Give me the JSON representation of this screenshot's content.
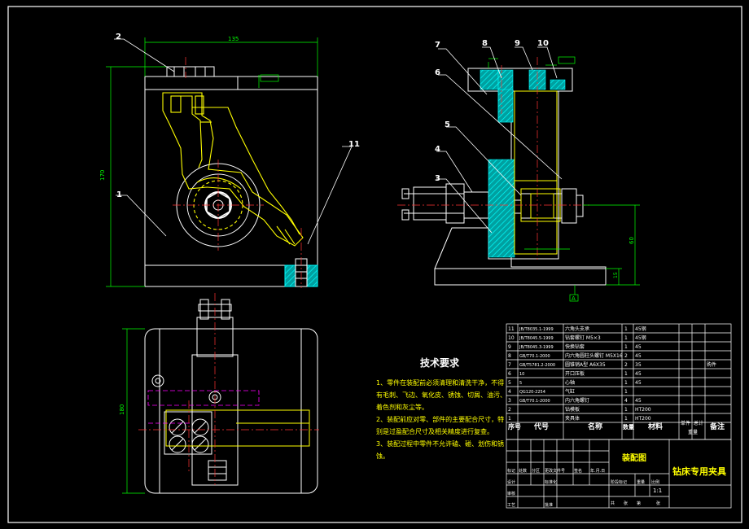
{
  "balloons": [
    "1",
    "2",
    "3",
    "4",
    "5",
    "6",
    "7",
    "8",
    "9",
    "10",
    "11"
  ],
  "dims": {
    "width_top": "135",
    "height_left": "170",
    "height_side": "60",
    "height_small": "15",
    "width_bottom": "180"
  },
  "datum": "A",
  "tech": {
    "title": "技术要求",
    "lines": [
      "1、零件在装配前必须清理和清洗干净，不得",
      "有毛刺、飞边、氧化皮、锈蚀、切屑、油污、",
      "着色剂和灰尘等。",
      "2、装配前应对零、部件的主要配合尺寸，特",
      "别是过盈配合尺寸及相关精度进行复查。",
      "3、装配过程中零件不允许磕、碰、划伤和锈",
      "蚀。"
    ]
  },
  "bom": {
    "rows": [
      {
        "no": "11",
        "code": "JB/T8035.1-1999",
        "name": "六角头支承",
        "qty": "1",
        "mat": "45钢",
        "note": ""
      },
      {
        "no": "10",
        "code": "JB/T8045.5-1999",
        "name": "钻套螺钉 M5×3",
        "qty": "1",
        "mat": "45钢",
        "note": ""
      },
      {
        "no": "9",
        "code": "JB/T8045.3-1999",
        "name": "快换钻套",
        "qty": "1",
        "mat": "45",
        "note": ""
      },
      {
        "no": "8",
        "code": "GB/T70.1-2000",
        "name": "内六角圆柱头螺钉 M5X16",
        "qty": "2",
        "mat": "45",
        "note": ""
      },
      {
        "no": "7",
        "code": "GB/T5781.2-2000",
        "name": "圆锥销A型 A6X35",
        "qty": "2",
        "mat": "35",
        "note": "购件"
      },
      {
        "no": "6",
        "code": "10",
        "name": "开口压板",
        "qty": "1",
        "mat": "45",
        "note": ""
      },
      {
        "no": "5",
        "code": "5",
        "name": "心轴",
        "qty": "1",
        "mat": "45",
        "note": ""
      },
      {
        "no": "4",
        "code": "QG120-2254",
        "name": "气缸",
        "qty": "1",
        "mat": "",
        "note": ""
      },
      {
        "no": "3",
        "code": "GB/T70.1-2000",
        "name": "内六角螺钉",
        "qty": "4",
        "mat": "45",
        "note": ""
      },
      {
        "no": "2",
        "code": "",
        "name": "钻模板",
        "qty": "1",
        "mat": "HT200",
        "note": ""
      },
      {
        "no": "1",
        "code": "",
        "name": "夹具体",
        "qty": "1",
        "mat": "HT200",
        "note": ""
      }
    ],
    "header": {
      "no": "序号",
      "code": "代号",
      "name": "名称",
      "qty": "数量",
      "mat": "材料",
      "single": "单件",
      "total": "总计",
      "weight": "重量",
      "note": "备注"
    }
  },
  "title_block": {
    "drawing": "装配图",
    "product": "钻床专用夹具",
    "scale": "1:1",
    "labels": [
      "标记",
      "处数",
      "分区",
      "更改文件号",
      "签名",
      "年.月.日",
      "设计",
      "标准化",
      "审核",
      "工艺",
      "批准",
      "阶段标记",
      "重量",
      "比例",
      "共",
      "张",
      "第",
      "张"
    ]
  },
  "colors": {
    "outline": "#ffffff",
    "part": "#ffff00",
    "section": "#00ffff",
    "dimension": "#00ff00",
    "center": "#ff3333",
    "phantom": "#ff00ff"
  }
}
